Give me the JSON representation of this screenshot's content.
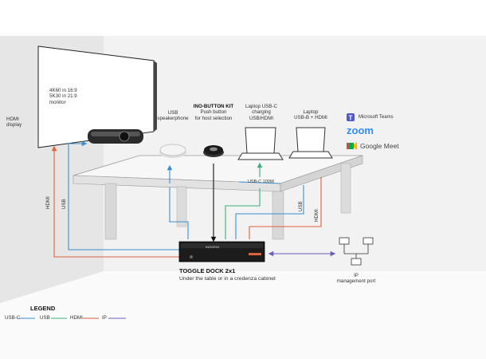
{
  "labels": {
    "monitor_note": [
      "4K60 in 16:9",
      "5K30 in 21:9",
      "monitor"
    ],
    "hdmi_display": [
      "HDMI",
      "display"
    ],
    "usb_speakerphone": [
      "USB",
      "speakerphone"
    ],
    "button_kit_title": "INO-BUTTON KIT",
    "button_kit_sub": [
      "Push button",
      "for host selection"
    ],
    "laptop_usbc": [
      "Laptop USB-C",
      "charging",
      "USB/HDMI"
    ],
    "laptop_usbb": [
      "Laptop",
      "USB-B + HDMI"
    ],
    "usbc_100w": "USB-C 100W",
    "wall_hdmi": "HDMI",
    "wall_usb": "USB",
    "right_usb": "USB",
    "right_hdmi": "HDMI",
    "dock_title": "TOGGLE DOCK 2x1",
    "dock_sub": "Under the table or in a credenza cabinet",
    "ip_port": [
      "IP",
      "management port"
    ],
    "device_brand": "INOGENI"
  },
  "brands": {
    "teams": "Microsoft Teams",
    "zoom": "zoom",
    "meet": "Google Meet"
  },
  "legend": {
    "title": "LEGEND",
    "items": [
      {
        "label": "USB-C",
        "color": "#3a8fd0"
      },
      {
        "label": "USB",
        "color": "#3cae7a"
      },
      {
        "label": "HDMI",
        "color": "#e0603a"
      },
      {
        "label": "IP",
        "color": "#6a5fb8"
      }
    ]
  },
  "colors": {
    "usbc": "#3a8fd0",
    "usb": "#3cae7a",
    "hdmi": "#e0603a",
    "ip": "#6a5fb8",
    "button": "#111111"
  }
}
